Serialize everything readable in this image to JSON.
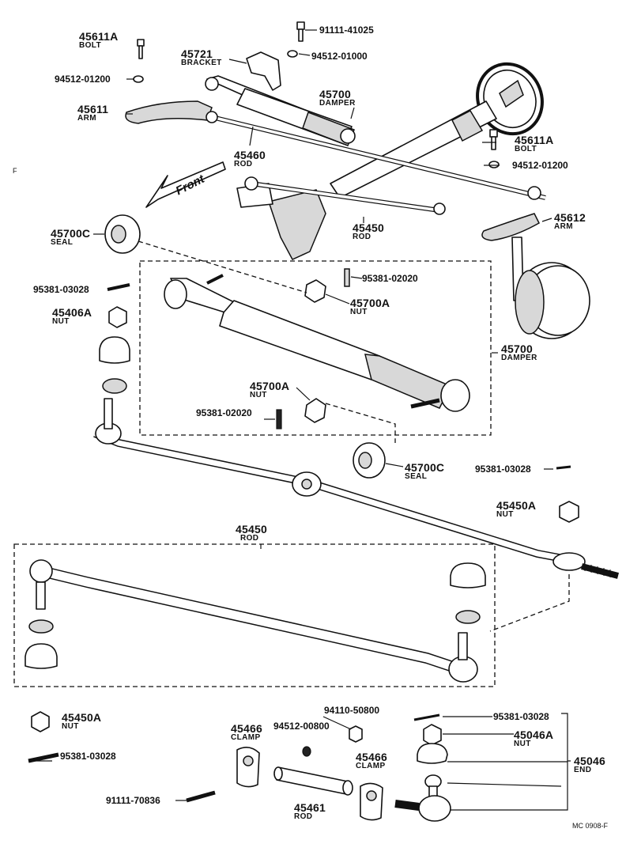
{
  "labels": [
    {
      "id": "l01",
      "num": "45611A",
      "cap": "BOLT"
    },
    {
      "id": "l02",
      "num": "91111-41025",
      "cap": ""
    },
    {
      "id": "l03",
      "num": "45721",
      "cap": "BRACKET"
    },
    {
      "id": "l04",
      "num": "94512-01000",
      "cap": ""
    },
    {
      "id": "l05",
      "num": "94512-01200",
      "cap": ""
    },
    {
      "id": "l06",
      "num": "45700",
      "cap": "DAMPER"
    },
    {
      "id": "l07",
      "num": "45611",
      "cap": "ARM"
    },
    {
      "id": "l08",
      "num": "45460",
      "cap": "ROD"
    },
    {
      "id": "l09",
      "num": "45611A",
      "cap": "BOLT"
    },
    {
      "id": "l10",
      "num": "94512-01200",
      "cap": ""
    },
    {
      "id": "l11",
      "num": "45612",
      "cap": "ARM"
    },
    {
      "id": "l12",
      "num": "45450",
      "cap": "ROD"
    },
    {
      "id": "l13",
      "num": "45700C",
      "cap": "SEAL"
    },
    {
      "id": "l14",
      "num": "95381-03028",
      "cap": ""
    },
    {
      "id": "l15",
      "num": "95381-02020",
      "cap": ""
    },
    {
      "id": "l16",
      "num": "45700A",
      "cap": "NUT"
    },
    {
      "id": "l17",
      "num": "45406A",
      "cap": "NUT"
    },
    {
      "id": "l18",
      "num": "45700",
      "cap": "DAMPER"
    },
    {
      "id": "l19",
      "num": "45700A",
      "cap": "NUT"
    },
    {
      "id": "l20",
      "num": "95381-02020",
      "cap": ""
    },
    {
      "id": "l21",
      "num": "45700C",
      "cap": "SEAL"
    },
    {
      "id": "l22",
      "num": "95381-03028",
      "cap": ""
    },
    {
      "id": "l23",
      "num": "45450A",
      "cap": "NUT"
    },
    {
      "id": "l24",
      "num": "45450",
      "cap": "ROD"
    },
    {
      "id": "l25",
      "num": "45450A",
      "cap": "NUT"
    },
    {
      "id": "l26",
      "num": "95381-03028",
      "cap": ""
    },
    {
      "id": "l27",
      "num": "45466",
      "cap": "CLAMP"
    },
    {
      "id": "l28",
      "num": "94512-00800",
      "cap": ""
    },
    {
      "id": "l29",
      "num": "94110-50800",
      "cap": ""
    },
    {
      "id": "l30",
      "num": "45466",
      "cap": "CLAMP"
    },
    {
      "id": "l31",
      "num": "95381-03028",
      "cap": ""
    },
    {
      "id": "l32",
      "num": "45046A",
      "cap": "NUT"
    },
    {
      "id": "l33",
      "num": "45046",
      "cap": "END"
    },
    {
      "id": "l34",
      "num": "91111-70836",
      "cap": ""
    },
    {
      "id": "l35",
      "num": "45461",
      "cap": "ROD"
    }
  ],
  "front_label": "Front",
  "footer_code": "MC 0908-F",
  "corner_mark": "F"
}
